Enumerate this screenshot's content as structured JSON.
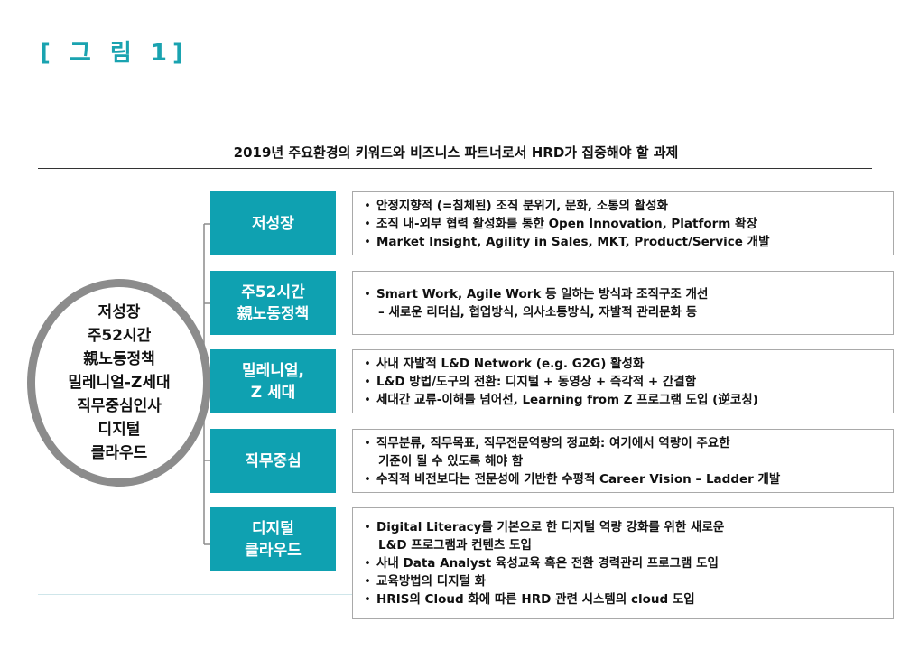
{
  "figure_label": "[ 그 림 1]",
  "subtitle": "2019년 주요환경의 키워드와 비즈니스 파트너로서 HRD가 집중해야 할 과제",
  "hub_keywords": [
    "저성장",
    "주52시간",
    "親노동정책",
    "밀레니얼-Z세대",
    "직무중심인사",
    "디지털",
    "클라우드"
  ],
  "colors": {
    "accent": "#0fa1b1",
    "hub_ring": "#8c8c8c",
    "connector": "#8c8c8c"
  },
  "rows": [
    {
      "theme": [
        "저성장"
      ],
      "items": [
        {
          "t": "안정지향적 (=침체된) 조직 분위기, 문화, 소통의 활성화",
          "bullet": true
        },
        {
          "t": "조직 내-외부 협력 활성화를 통한 Open Innovation, Platform 확장",
          "bullet": true
        },
        {
          "t": "Market Insight, Agility in Sales, MKT, Product/Service 개발",
          "bullet": true
        }
      ]
    },
    {
      "theme": [
        "주52시간",
        "親노동정책"
      ],
      "items": [
        {
          "t": "Smart Work, Agile Work 등 일하는 방식과 조직구조 개선",
          "bullet": true
        },
        {
          "t": "– 새로운 리더십, 협업방식, 의사소통방식, 자발적 관리문화 등",
          "bullet": false
        }
      ]
    },
    {
      "theme": [
        "밀레니얼,",
        "Z 세대"
      ],
      "items": [
        {
          "t": "사내 자발적 L&D Network (e.g. G2G) 활성화",
          "bullet": true
        },
        {
          "t": "L&D 방법/도구의 전환: 디지털 + 동영상 + 즉각적 + 간결함",
          "bullet": true
        },
        {
          "t": "세대간 교류-이해를 넘어선, Learning from Z 프로그램 도입 (逆코칭)",
          "bullet": true
        }
      ]
    },
    {
      "theme": [
        "직무중심"
      ],
      "items": [
        {
          "t": "직무분류, 직무목표, 직무전문역량의 정교화: 여기에서 역량이 주요한",
          "bullet": true
        },
        {
          "t": "기준이 될 수 있도록 해야 함",
          "bullet": false
        },
        {
          "t": "수직적 비전보다는 전문성에 기반한 수평적 Career Vision – Ladder 개발",
          "bullet": true
        }
      ]
    },
    {
      "theme": [
        "디지털",
        "클라우드"
      ],
      "items": [
        {
          "t": "Digital Literacy를 기본으로 한 디지털 역량 강화를 위한 새로운",
          "bullet": true
        },
        {
          "t": "L&D 프로그램과 컨텐츠 도입",
          "bullet": false
        },
        {
          "t": "사내 Data Analyst 육성교육 혹은 전환 경력관리 프로그램 도입",
          "bullet": true
        },
        {
          "t": "교육방법의 디지털 화",
          "bullet": true
        },
        {
          "t": "HRIS의 Cloud 화에 따른 HRD 관련 시스템의 cloud 도입",
          "bullet": true
        }
      ]
    }
  ]
}
